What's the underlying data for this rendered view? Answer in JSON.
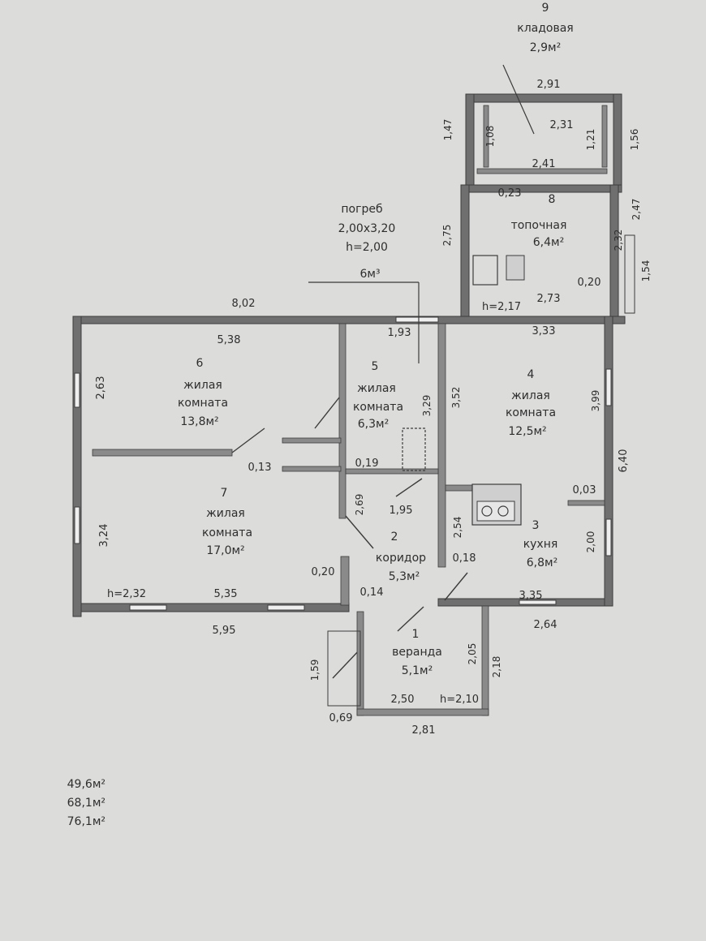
{
  "rooms": {
    "r1": {
      "num": "1",
      "name": "веранда",
      "area": "5,1м²"
    },
    "r2": {
      "num": "2",
      "name": "коридор",
      "area": "5,3м²"
    },
    "r3": {
      "num": "3",
      "name": "кухня",
      "area": "6,8м²"
    },
    "r4": {
      "num": "4",
      "name1": "жилая",
      "name2": "комната",
      "area": "12,5м²"
    },
    "r5": {
      "num": "5",
      "name1": "жилая",
      "name2": "комната",
      "area": "6,3м²"
    },
    "r6": {
      "num": "6",
      "name1": "жилая",
      "name2": "комната",
      "area": "13,8м²"
    },
    "r7": {
      "num": "7",
      "name1": "жилая",
      "name2": "комната",
      "area": "17,0м²"
    },
    "r8": {
      "num": "8",
      "name": "топочная",
      "area": "6,4м²"
    },
    "r9": {
      "num": "9",
      "name": "кладовая",
      "area": "2,9м²"
    }
  },
  "cellar": {
    "title": "погреб",
    "size": "2,00x3,20",
    "height": "h=2,00",
    "volume": "6м³"
  },
  "dims": {
    "d_8_02": "8,02",
    "d_5_38": "5,38",
    "d_1_93": "1,93",
    "d_3_33": "3,33",
    "d_2_63": "2,63",
    "d_3_24": "3,24",
    "d_h232": "h=2,32",
    "d_5_35a": "5,35",
    "d_5_95": "5,95",
    "d_0_13": "0,13",
    "d_0_19": "0,19",
    "d_2_69": "2,69",
    "d_1_95": "1,95",
    "d_3_29": "3,29",
    "d_3_52": "3,52",
    "d_3_99": "3,99",
    "d_6_40": "6,40",
    "d_0_03": "0,03",
    "d_2_54": "2,54",
    "d_2_00": "2,00",
    "d_0_18": "0,18",
    "d_0_20a": "0,20",
    "d_0_14": "0,14",
    "d_3_35": "3,35",
    "d_2_64": "2,64",
    "d_1_59": "1,59",
    "d_0_69": "0,69",
    "d_2_50": "2,50",
    "d_h210": "h=2,10",
    "d_2_81": "2,81",
    "d_2_05": "2,05",
    "d_2_18": "2,18",
    "d_h217": "h=2,17",
    "d_2_73": "2,73",
    "d_0_20b": "0,20",
    "d_1_54": "1,54",
    "d_2_32": "2,32",
    "d_2_47": "2,47",
    "d_2_75": "2,75",
    "d_0_23": "0,23",
    "d_2_41": "2,41",
    "d_2_31": "2,31",
    "d_2_91": "2,91",
    "d_1_47": "1,47",
    "d_1_08": "1,08",
    "d_1_21": "1,21",
    "d_1_56": "1,56"
  },
  "totals": [
    "49,6м²",
    "68,1м²",
    "76,1м²"
  ]
}
